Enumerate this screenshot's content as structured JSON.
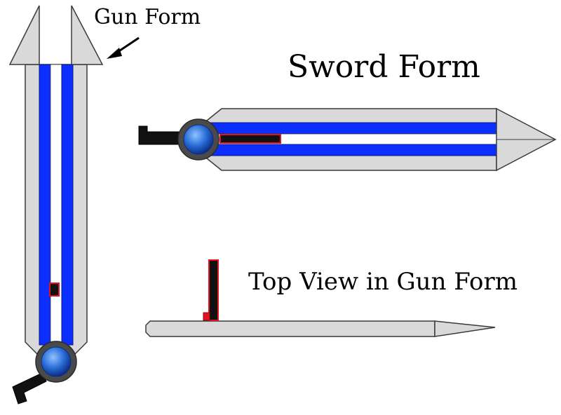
{
  "labels": {
    "gun_form": "Gun Form",
    "sword_form": "Sword Form",
    "top_view": "Top View in Gun Form"
  },
  "colors": {
    "blade_gray": "#d9d9d9",
    "channel_blue": "#0a2fff",
    "channel_white": "#ffffff",
    "outline": "#3a3a3a",
    "grip_black": "#111111",
    "trigger_red": "#e0141e",
    "gem_ring": "#4a4a4a",
    "gem_blue": "#1f5fc9"
  },
  "icons": {
    "pointer": "arrow-icon",
    "gem": "gem-icon"
  }
}
